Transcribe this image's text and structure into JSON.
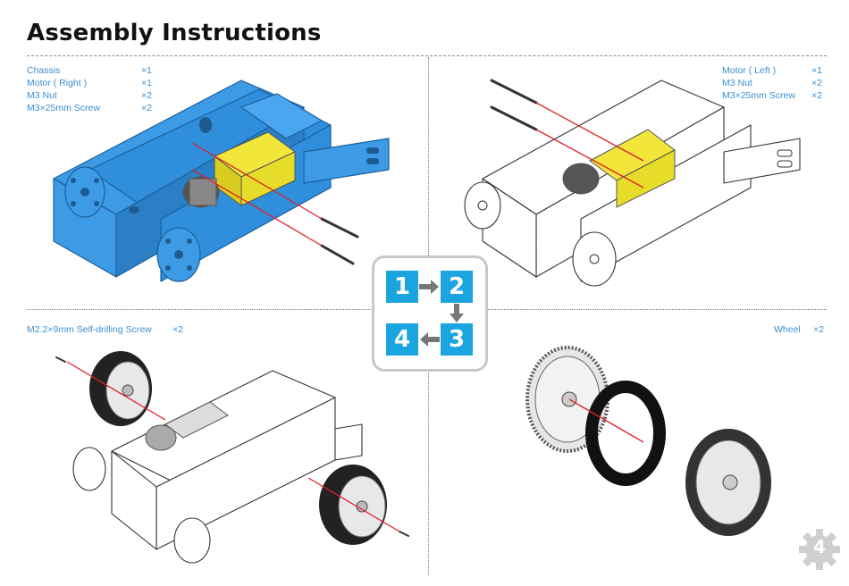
{
  "title": "Assembly  Instructions",
  "panels": {
    "step1": {
      "parts": [
        {
          "name": "Chassis",
          "qty": "×1"
        },
        {
          "name": "Motor ( Right )",
          "qty": "×1"
        },
        {
          "name": "M3 Nut",
          "qty": "×2"
        },
        {
          "name": "M3×25mm Screw",
          "qty": "×2"
        }
      ]
    },
    "step2": {
      "parts": [
        {
          "name": "Motor ( Left )",
          "qty": "×1"
        },
        {
          "name": "M3 Nut",
          "qty": "×2"
        },
        {
          "name": "M3×25mm Screw",
          "qty": "×2"
        }
      ]
    },
    "step3": {
      "parts": [
        {
          "name": "M2.2×9mm Self-drilling Screw",
          "qty": "×2"
        }
      ]
    },
    "step4": {
      "parts": [
        {
          "name": "Wheel",
          "qty": "×2"
        }
      ]
    }
  },
  "step_flow": {
    "s1": "1",
    "s2": "2",
    "s3": "3",
    "s4": "4"
  },
  "page_number": "4",
  "colors": {
    "accent": "#1aa5e0",
    "chassis_blue": "#2f8fdc",
    "motor_yellow": "#f2e63a",
    "arrow_red": "#e0202a",
    "text_blue": "#3a8fd0"
  }
}
